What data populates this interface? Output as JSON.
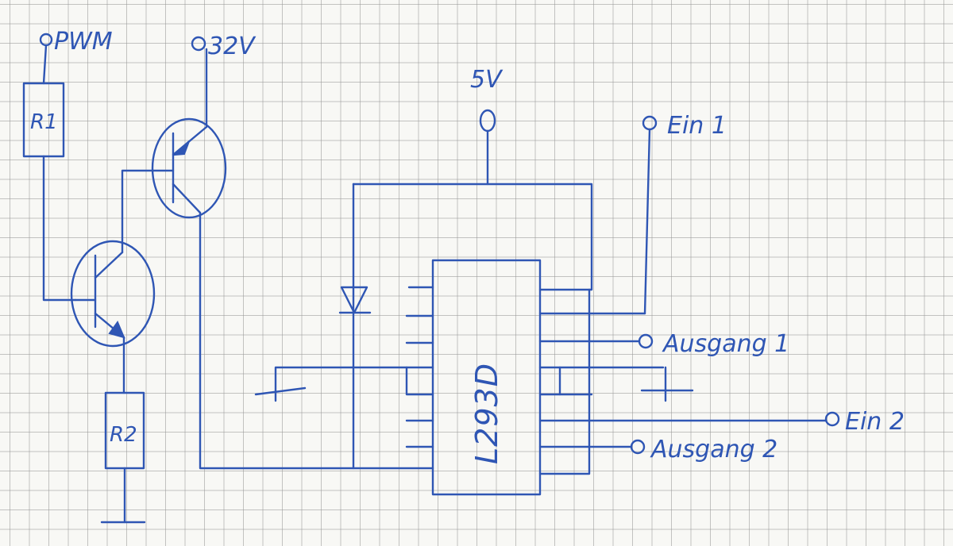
{
  "labels": {
    "pwm": "PWM",
    "v32": "32V",
    "v5": "5V",
    "ein1": "Ein 1",
    "ein2": "Ein 2",
    "ausgang1": "Ausgang 1",
    "ausgang2": "Ausgang 2",
    "r1": "R1",
    "r2": "R2",
    "ic": "L293D"
  },
  "colors": {
    "ink": "#2f56b4",
    "paper": "#f8f8f5",
    "grid": "#969696"
  }
}
